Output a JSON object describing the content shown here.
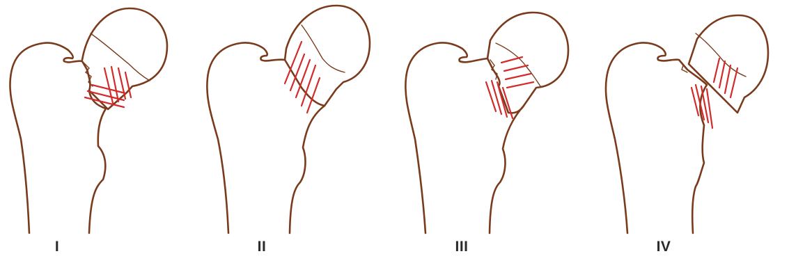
{
  "figure": {
    "panels": [
      {
        "id": "garden-I",
        "label": "I"
      },
      {
        "id": "garden-II",
        "label": "II"
      },
      {
        "id": "garden-III",
        "label": "III"
      },
      {
        "id": "garden-IV",
        "label": "IV"
      }
    ],
    "colors": {
      "outline": "#7a3a1c",
      "trabeculae": "#d22b2b",
      "label": "#2b2b2b",
      "background": "#ffffff"
    }
  }
}
